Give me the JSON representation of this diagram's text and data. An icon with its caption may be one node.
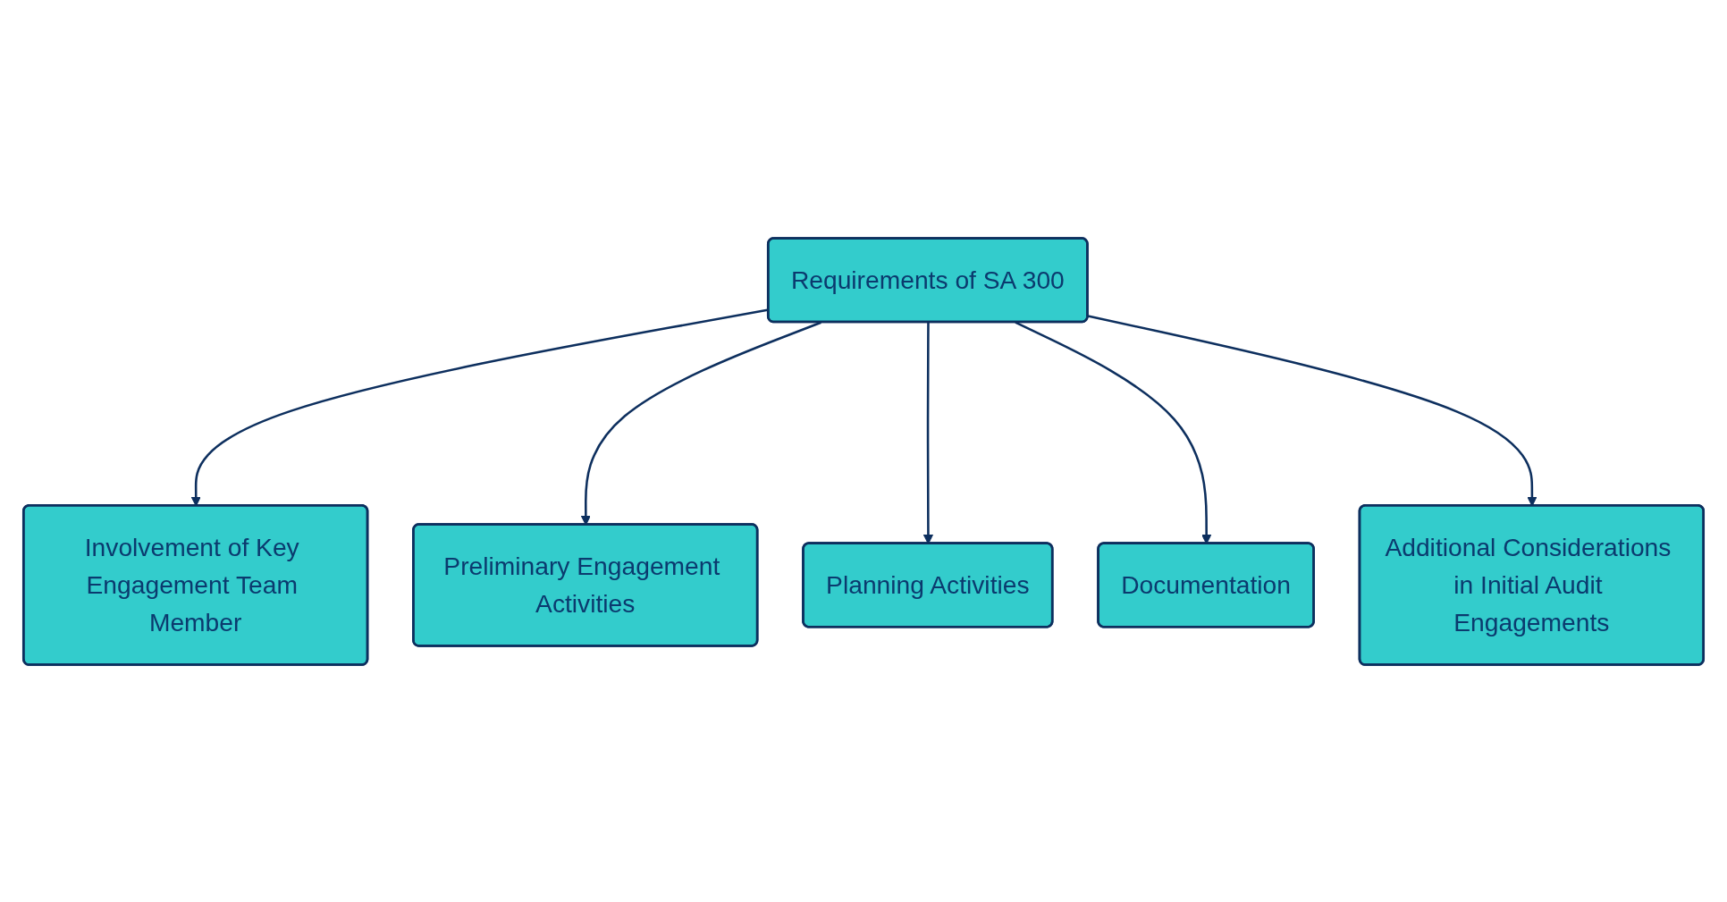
{
  "diagram": {
    "nodes": [
      {
        "text": [
          "Requirements of SA 300"
        ]
      },
      {
        "text": [
          "Involvement of Key Engagement Team Member"
        ]
      },
      {
        "text": [
          "Preliminary Engagement Activities"
        ]
      },
      {
        "text": [
          "Planning Activities"
        ]
      },
      {
        "text": [
          "Documentation"
        ]
      },
      {
        "text": [
          "Additional Considerations in Initial Audit Engagements"
        ]
      }
    ],
    "edges": [
      {
        "from": 0,
        "to": 1,
        "arrow": "to"
      },
      {
        "from": 0,
        "to": 2,
        "arrow": "to"
      },
      {
        "from": 0,
        "to": 3,
        "arrow": "to"
      },
      {
        "from": 0,
        "to": 4,
        "arrow": "to"
      },
      {
        "from": 0,
        "to": 5,
        "arrow": "to"
      }
    ]
  }
}
